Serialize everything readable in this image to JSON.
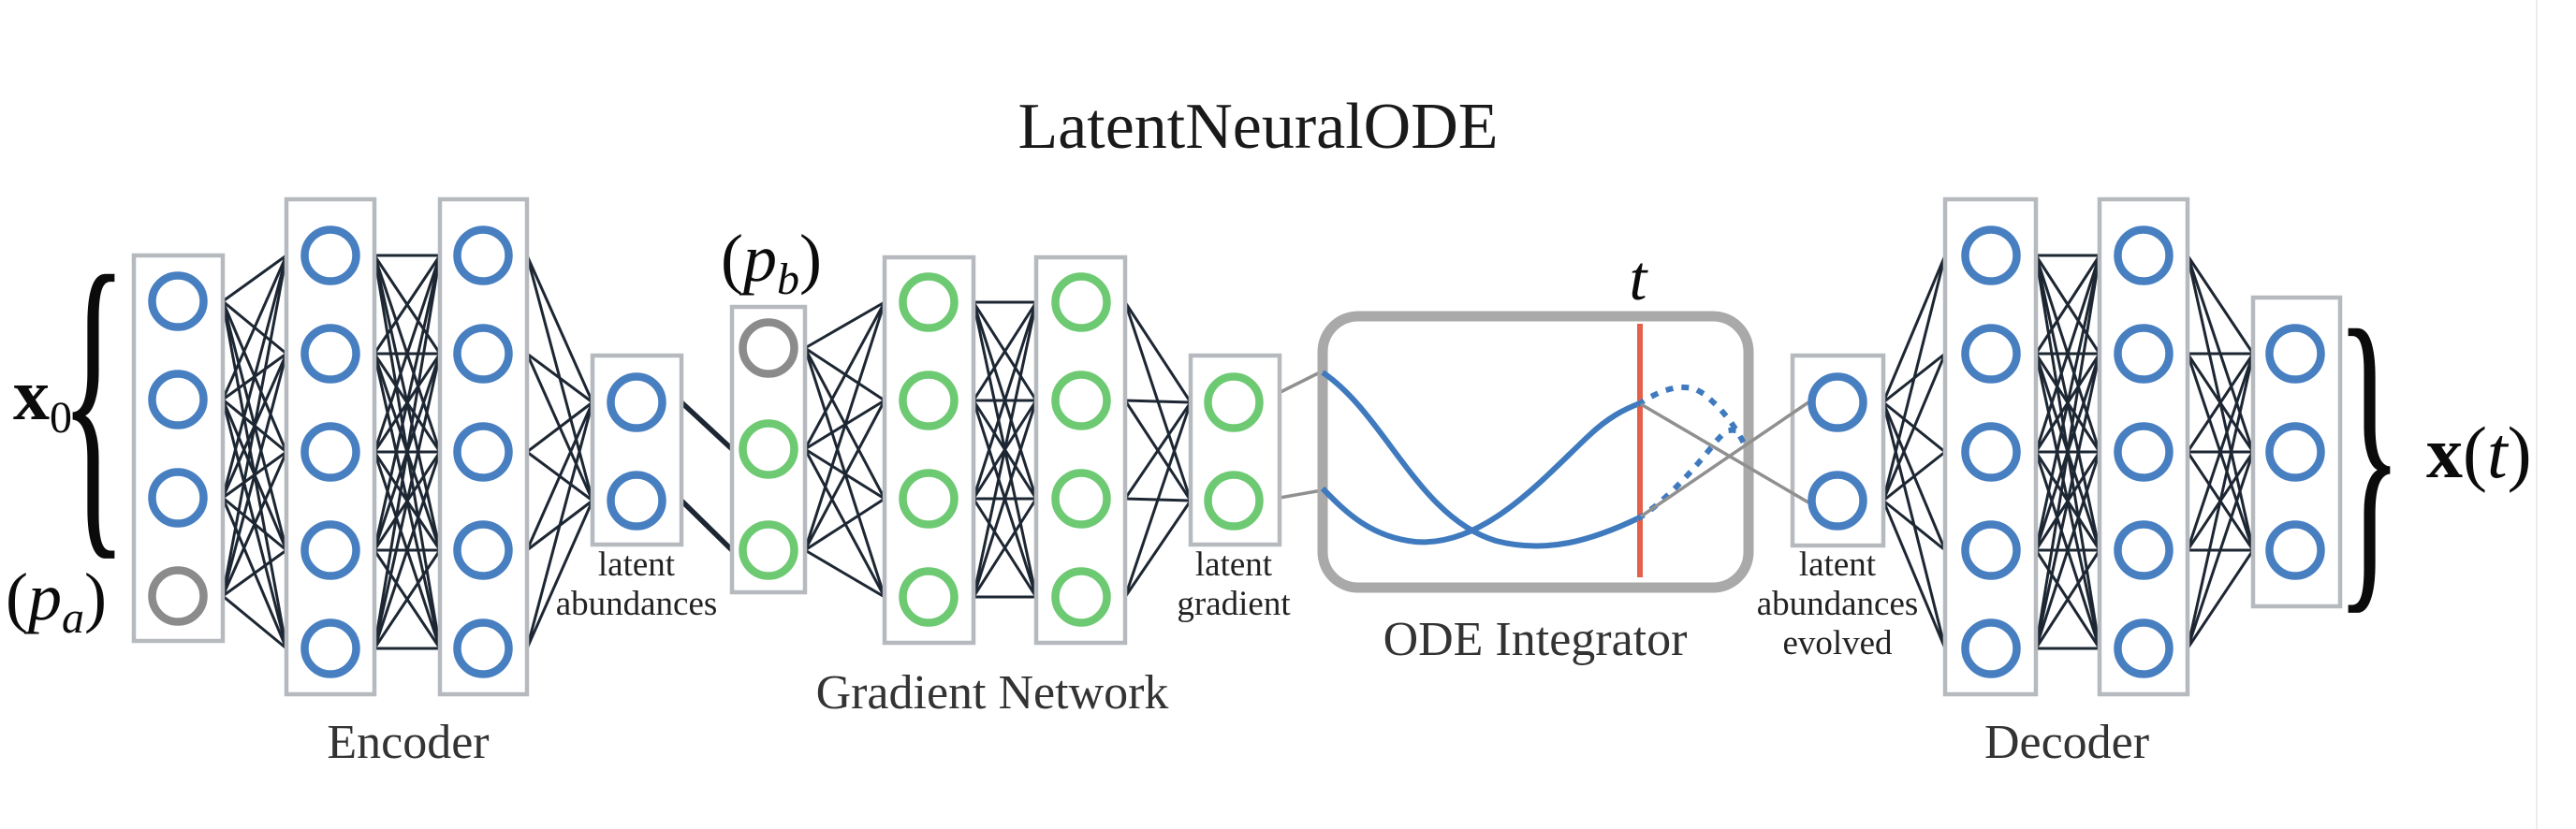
{
  "title": "LatentNeuralODE",
  "math": {
    "x0": {
      "base": "x",
      "sub": "0"
    },
    "pa": {
      "open": "(",
      "var": "p",
      "sub": "a",
      "close": ")"
    },
    "pb": {
      "open": "(",
      "var": "p",
      "sub": "b",
      "close": ")"
    },
    "t": "t",
    "xt": {
      "base": "x",
      "open": "(",
      "var": "t",
      "close": ")"
    }
  },
  "braces": {
    "left": "{",
    "right": "}"
  },
  "sections": {
    "encoder": {
      "label": "Encoder"
    },
    "gradient": {
      "label": "Gradient Network"
    },
    "ode": {
      "label": "ODE Integrator"
    },
    "decoder": {
      "label": "Decoder"
    }
  },
  "annotations": {
    "latent_abundances": [
      "latent",
      "abundances"
    ],
    "latent_gradient": [
      "latent",
      "gradient"
    ],
    "latent_abundances_evolved": [
      "latent",
      "abundances",
      "evolved"
    ]
  },
  "layers": {
    "enc_input": {
      "nodes": [
        "blue",
        "blue",
        "blue",
        "gray"
      ]
    },
    "enc_h1": {
      "nodes": [
        "blue",
        "blue",
        "blue",
        "blue",
        "blue"
      ]
    },
    "enc_h2": {
      "nodes": [
        "blue",
        "blue",
        "blue",
        "blue",
        "blue"
      ]
    },
    "latent_ab": {
      "nodes": [
        "blue",
        "blue"
      ]
    },
    "grad_input": {
      "nodes": [
        "gray",
        "green",
        "green"
      ]
    },
    "grad_h1": {
      "nodes": [
        "green",
        "green",
        "green",
        "green"
      ]
    },
    "grad_h2": {
      "nodes": [
        "green",
        "green",
        "green",
        "green"
      ]
    },
    "latent_grad": {
      "nodes": [
        "green",
        "green"
      ]
    },
    "evolved": {
      "nodes": [
        "blue",
        "blue"
      ]
    },
    "dec_h1": {
      "nodes": [
        "blue",
        "blue",
        "blue",
        "blue",
        "blue"
      ]
    },
    "dec_h2": {
      "nodes": [
        "blue",
        "blue",
        "blue",
        "blue",
        "blue"
      ]
    },
    "output": {
      "nodes": [
        "blue",
        "blue",
        "blue"
      ]
    }
  },
  "colors": {
    "node_blue": "#477fc1",
    "node_green": "#6dca72",
    "node_gray": "#8b8b8b",
    "edge": "#1d2733",
    "box_border": "#b6babf",
    "ode_border": "#a9a9a9",
    "time_line": "#e4604a",
    "trajectory": "#3f7abf",
    "connector": "#909090",
    "label": "#333333",
    "title": "#1a1a1a"
  }
}
